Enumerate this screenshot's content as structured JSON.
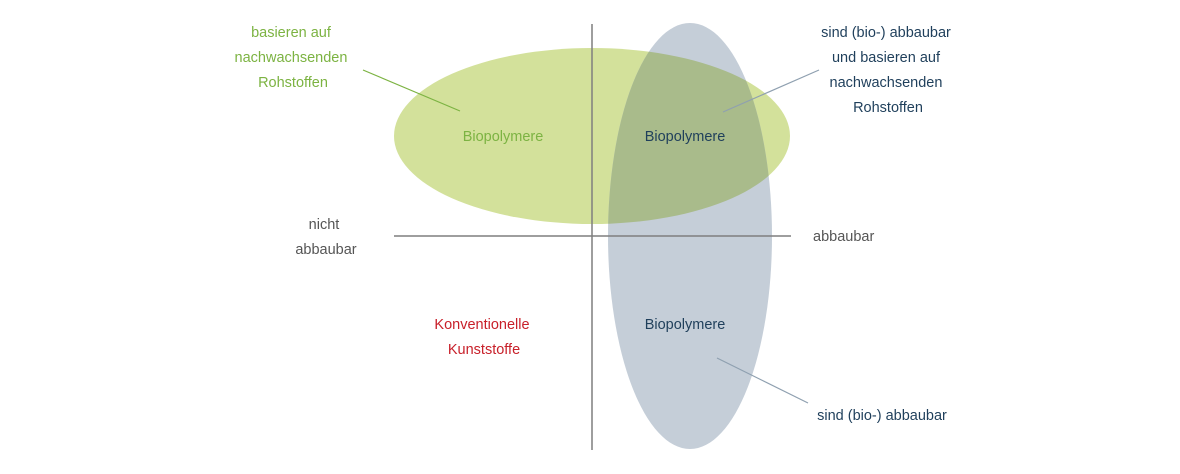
{
  "colors": {
    "green": "#7cb342",
    "green_fill": "#d3e19b",
    "blue_text": "#1f3f5b",
    "blue_fill": "#c5ced8",
    "overlap_fill": "#a9bb8b",
    "red": "#c8202a",
    "axis": "#7f7f7f",
    "leader_green": "#7cb342",
    "leader_blue": "#8fa0b0",
    "gray_text": "#555555"
  },
  "labels": {
    "top_left_note": [
      "basieren auf",
      "nachwachsenden",
      "Rohstoffen"
    ],
    "top_right_note": [
      "sind (bio-) abbaubar",
      "und basieren auf",
      "nachwachsenden",
      "Rohstoffen"
    ],
    "left_axis": [
      "nicht",
      "abbaubar"
    ],
    "right_axis": "abbaubar",
    "biopolymer_left": "Biopolymere",
    "biopolymer_overlap": "Biopolymere",
    "biopolymer_bottom": "Biopolymere",
    "conventional": [
      "Konventionelle",
      "Kunststoffe"
    ],
    "bottom_right_note": "sind (bio-) abbaubar"
  }
}
